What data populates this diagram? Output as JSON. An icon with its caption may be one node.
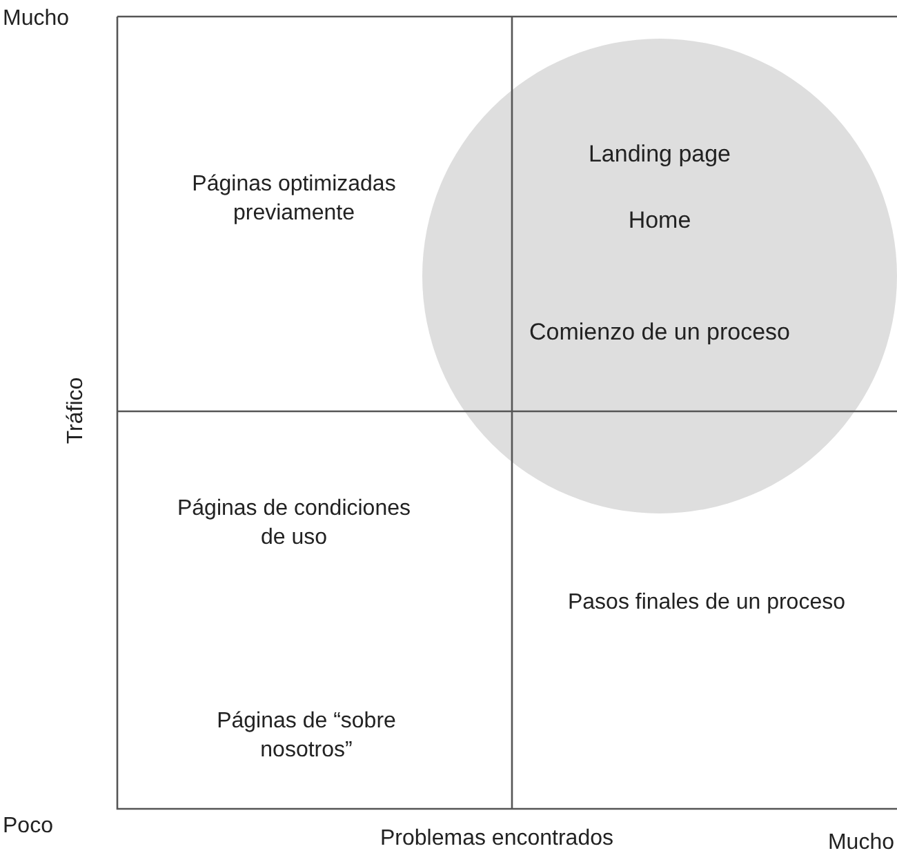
{
  "diagram": {
    "nodes": [
      {
        "text": [
          "Landing page",
          "Home",
          "Comienzo de un proceso"
        ]
      }
    ],
    "labels": [
      "Mucho",
      "Páginas optimizadas previamente",
      "Tráfico",
      "Páginas de condiciones de uso",
      "Pasos finales de un proceso",
      "Páginas de “sobre nosotros”",
      "Poco",
      "Problemas encontrados",
      "Mucho"
    ]
  }
}
